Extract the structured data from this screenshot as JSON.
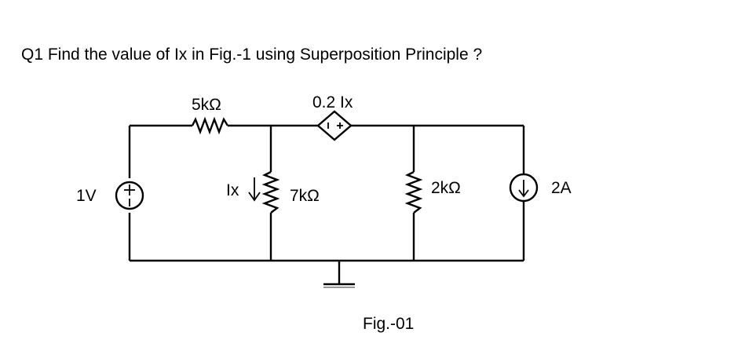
{
  "question": "Q1 Find the value of Ix in Fig.-1 using Superposition Principle ?",
  "figure_caption": "Fig.-01",
  "circuit": {
    "voltage_source": {
      "label": "1V",
      "icon": "dc-voltage-source-icon"
    },
    "resistor_series": {
      "label": "5kΩ",
      "icon": "resistor-icon"
    },
    "dependent_source": {
      "label": "0.2 Ix",
      "icon": "dependent-current-source-icon"
    },
    "resistor_shunt_7k": {
      "label": "7kΩ",
      "icon": "resistor-icon"
    },
    "current_label": "Ix",
    "resistor_shunt_2k": {
      "label": "2kΩ",
      "icon": "resistor-icon"
    },
    "current_source": {
      "label": "2A",
      "icon": "current-source-icon"
    },
    "ground": {
      "icon": "ground-icon"
    }
  }
}
